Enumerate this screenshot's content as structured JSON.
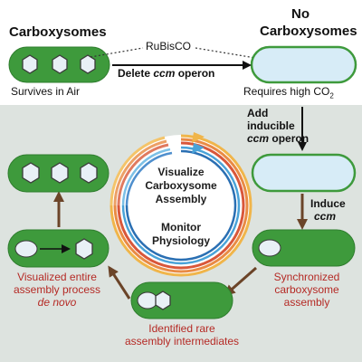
{
  "colors": {
    "cell_green": "#3e9a3c",
    "cell_pale": "#d7ecf7",
    "hexagon": "#e8f0f6",
    "arrow_brown": "#6b4428",
    "caption_red": "#b52a25",
    "bottom_panel": "#dde3df"
  },
  "top_left": {
    "title": "Carboxysomes",
    "caption": "Survives in Air"
  },
  "top_right": {
    "title_line1": "No",
    "title_line2": "Carboxysomes",
    "caption_main": "Requires high CO",
    "caption_sub": "2"
  },
  "center_top": {
    "rubisco_label": "RuBisCO",
    "delete_prefix": "Delete ",
    "delete_italic": "ccm",
    "delete_suffix": " operon"
  },
  "right_column": {
    "add_line1": "Add",
    "add_line2": "inducible",
    "add_line3_italic": "ccm",
    "add_line3_suffix": " operon",
    "induce_line1": "Induce",
    "induce_line2_italic": "ccm"
  },
  "circle": {
    "visualize_line1": "Visualize",
    "visualize_line2": "Carboxysome",
    "visualize_line3": "Assembly",
    "monitor_line1": "Monitor",
    "monitor_line2": "Physiology"
  },
  "captions": {
    "synchronized_line1": "Synchronized",
    "synchronized_line2": "carboxysome",
    "synchronized_line3": "assembly",
    "identified_line1": "Identified rare",
    "identified_line2": "assembly intermediates",
    "visualized_line1": "Visualized entire",
    "visualized_line2": "assembly process",
    "visualized_line3_italic": "de novo"
  }
}
